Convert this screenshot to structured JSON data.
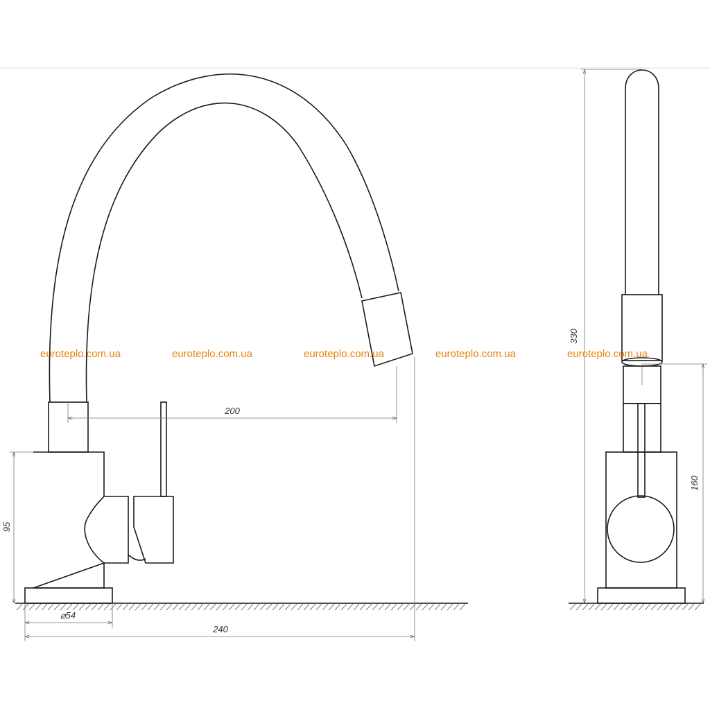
{
  "watermarks": [
    "euroteplo.com.ua",
    "euroteplo.com.ua",
    "euroteplo.com.ua",
    "euroteplo.com.ua",
    "euroteplo.com.ua"
  ],
  "dimensions": {
    "spout_reach": "200",
    "base_height": "95",
    "base_diameter": "⌀54",
    "overall_length": "240",
    "overall_height": "330",
    "spout_outlet_height": "160"
  },
  "colors": {
    "line": "#1a1a1a",
    "dimension_line": "#777777",
    "watermark": "#e8820c"
  }
}
